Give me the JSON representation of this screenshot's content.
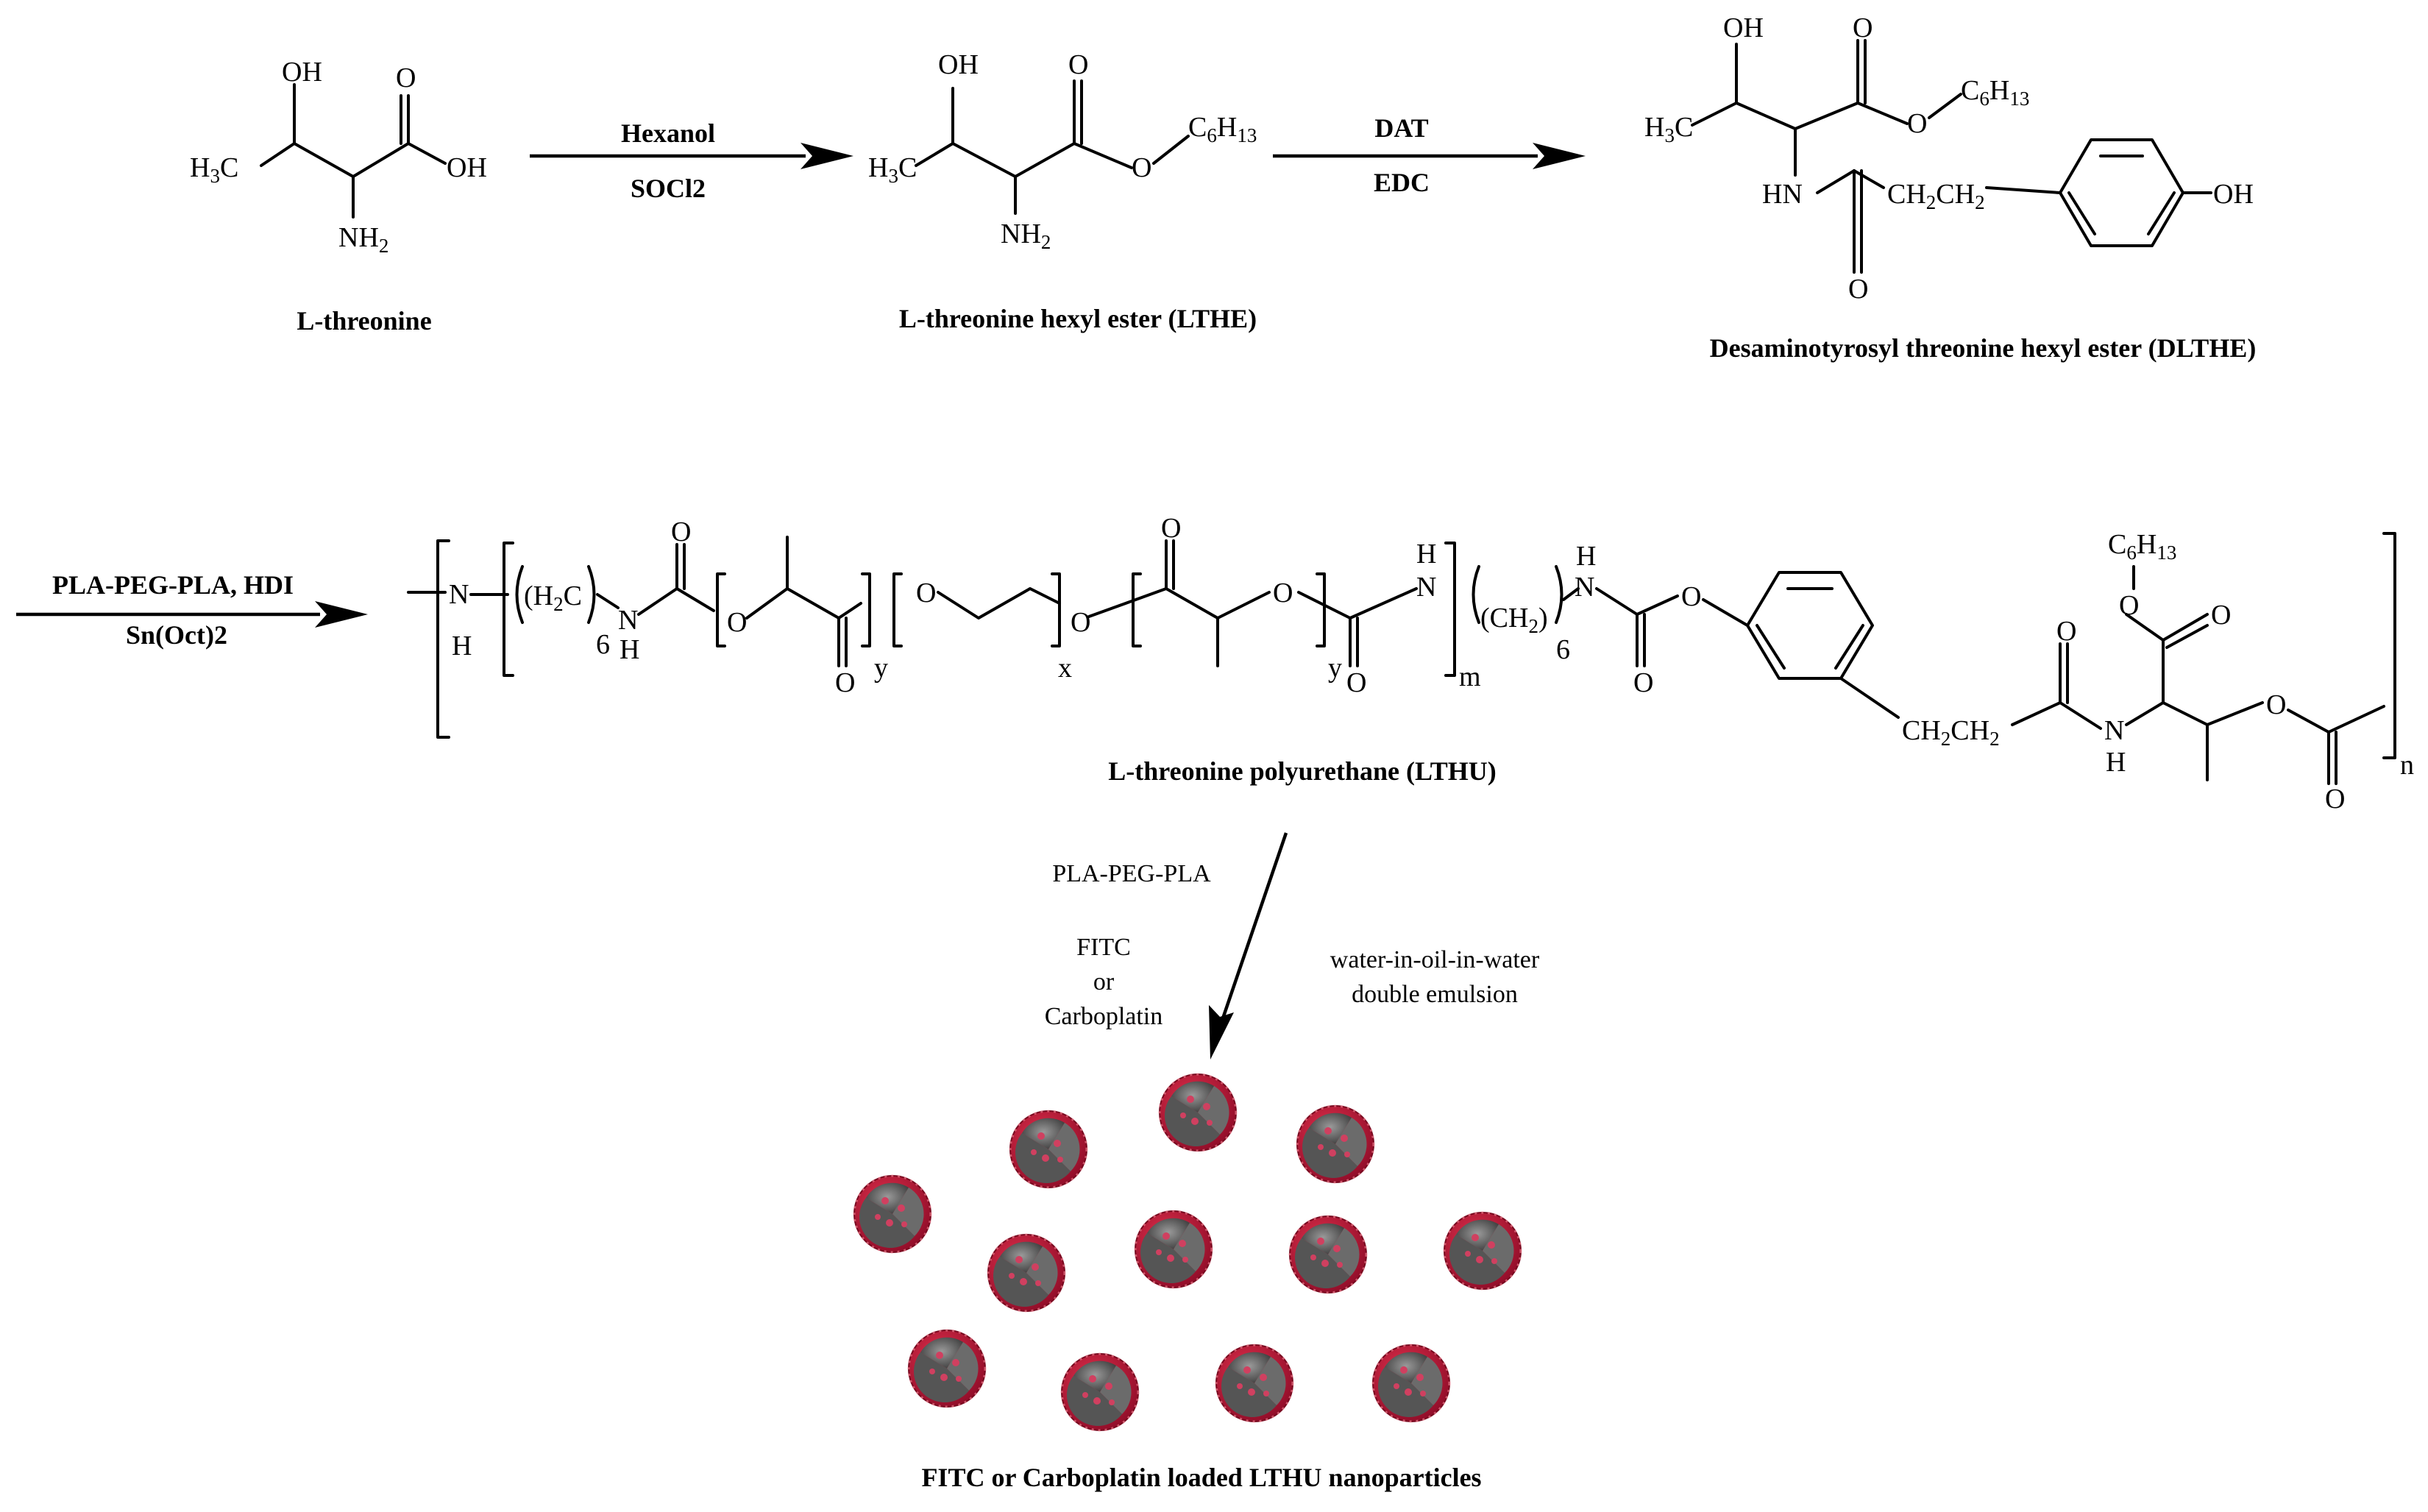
{
  "compounds": {
    "threonine": {
      "name": "L-threonine"
    },
    "lthe": {
      "name": "L-threonine hexyl ester (LTHE)"
    },
    "dlthe": {
      "name": "Desaminotyrosyl threonine hexyl ester (DLTHE)"
    },
    "lthu": {
      "name": "L-threonine polyurethane (LTHU)"
    }
  },
  "steps": {
    "step1": {
      "reagent_top": "Hexanol",
      "reagent_bottom": "SOCl2"
    },
    "step2": {
      "reagent_top": "DAT",
      "reagent_bottom": "EDC"
    },
    "step3": {
      "reagent_top": "PLA-PEG-PLA, HDI",
      "reagent_bottom": "Sn(Oct)2"
    },
    "step4": {
      "left_top": "PLA-PEG-PLA",
      "left_mid1": "FITC",
      "left_mid2": "or",
      "left_mid3": "Carboplatin",
      "right_1": "water-in-oil-in-water",
      "right_2": "double emulsion"
    }
  },
  "product_caption": "FITC or Carboplatin loaded LTHU nanoparticles",
  "colors": {
    "shell": "#b01838",
    "shell_light": "#e0304c",
    "core": "#777777",
    "core_dark": "#3d3d3d",
    "dot": "#d04060"
  }
}
